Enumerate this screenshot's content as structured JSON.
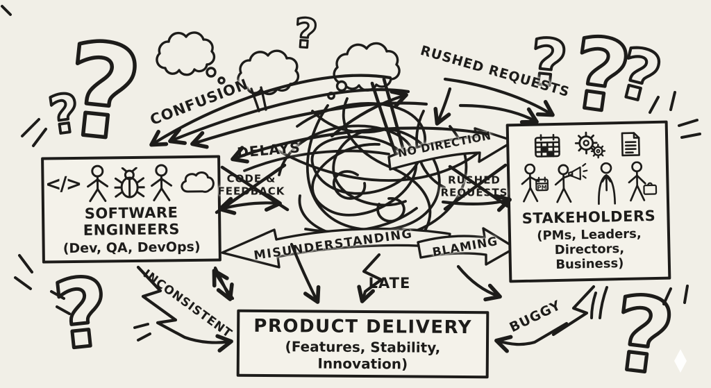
{
  "app": {
    "kind": "hand-drawn communication chaos diagram",
    "bg_color": "#f1efe7",
    "ink_color": "#1d1c1a"
  },
  "boxes": {
    "software_engineers": {
      "title": "SOFTWARE ENGINEERS",
      "subtitle": "(Dev, QA, DevOps)",
      "icons": [
        "code-icon",
        "engineer-icon",
        "bug-icon",
        "engineer-icon",
        "cloud-icon"
      ]
    },
    "stakeholders": {
      "title": "STAKEHOLDERS",
      "subtitle": "(PMs, Leaders, Directors, Business)",
      "pm_badge": "PM",
      "icons_top": [
        "calendar-icon",
        "gears-icon",
        "document-icon"
      ],
      "icons_people": [
        "pm-person-icon",
        "megaphone-person-icon",
        "director-person-icon",
        "business-person-icon"
      ]
    },
    "product_delivery": {
      "title": "PRODUCT DELIVERY",
      "subtitle": "(Features, Stability, Innovation)"
    }
  },
  "labels": {
    "confusion": "CONFUSION",
    "rushed_requests_top": "RUSHED REQUESTS",
    "delays": "DELAYS",
    "no_direction": "NO DIRECTION",
    "code_feedback_line1": "CODE &",
    "code_feedback_line2": "FEEDBACK",
    "rushed_requests_mid_line1": "RUSHED",
    "rushed_requests_mid_line2": "REQUESTS",
    "misunderstanding": "MISUNDERSTANDING",
    "blaming": "BLAMING",
    "late": "LATE",
    "inconsistent": "INCONSISTENT",
    "buggy": "BUGGY"
  },
  "decorations": {
    "question_mark": "?",
    "code_glyph": "</>"
  }
}
